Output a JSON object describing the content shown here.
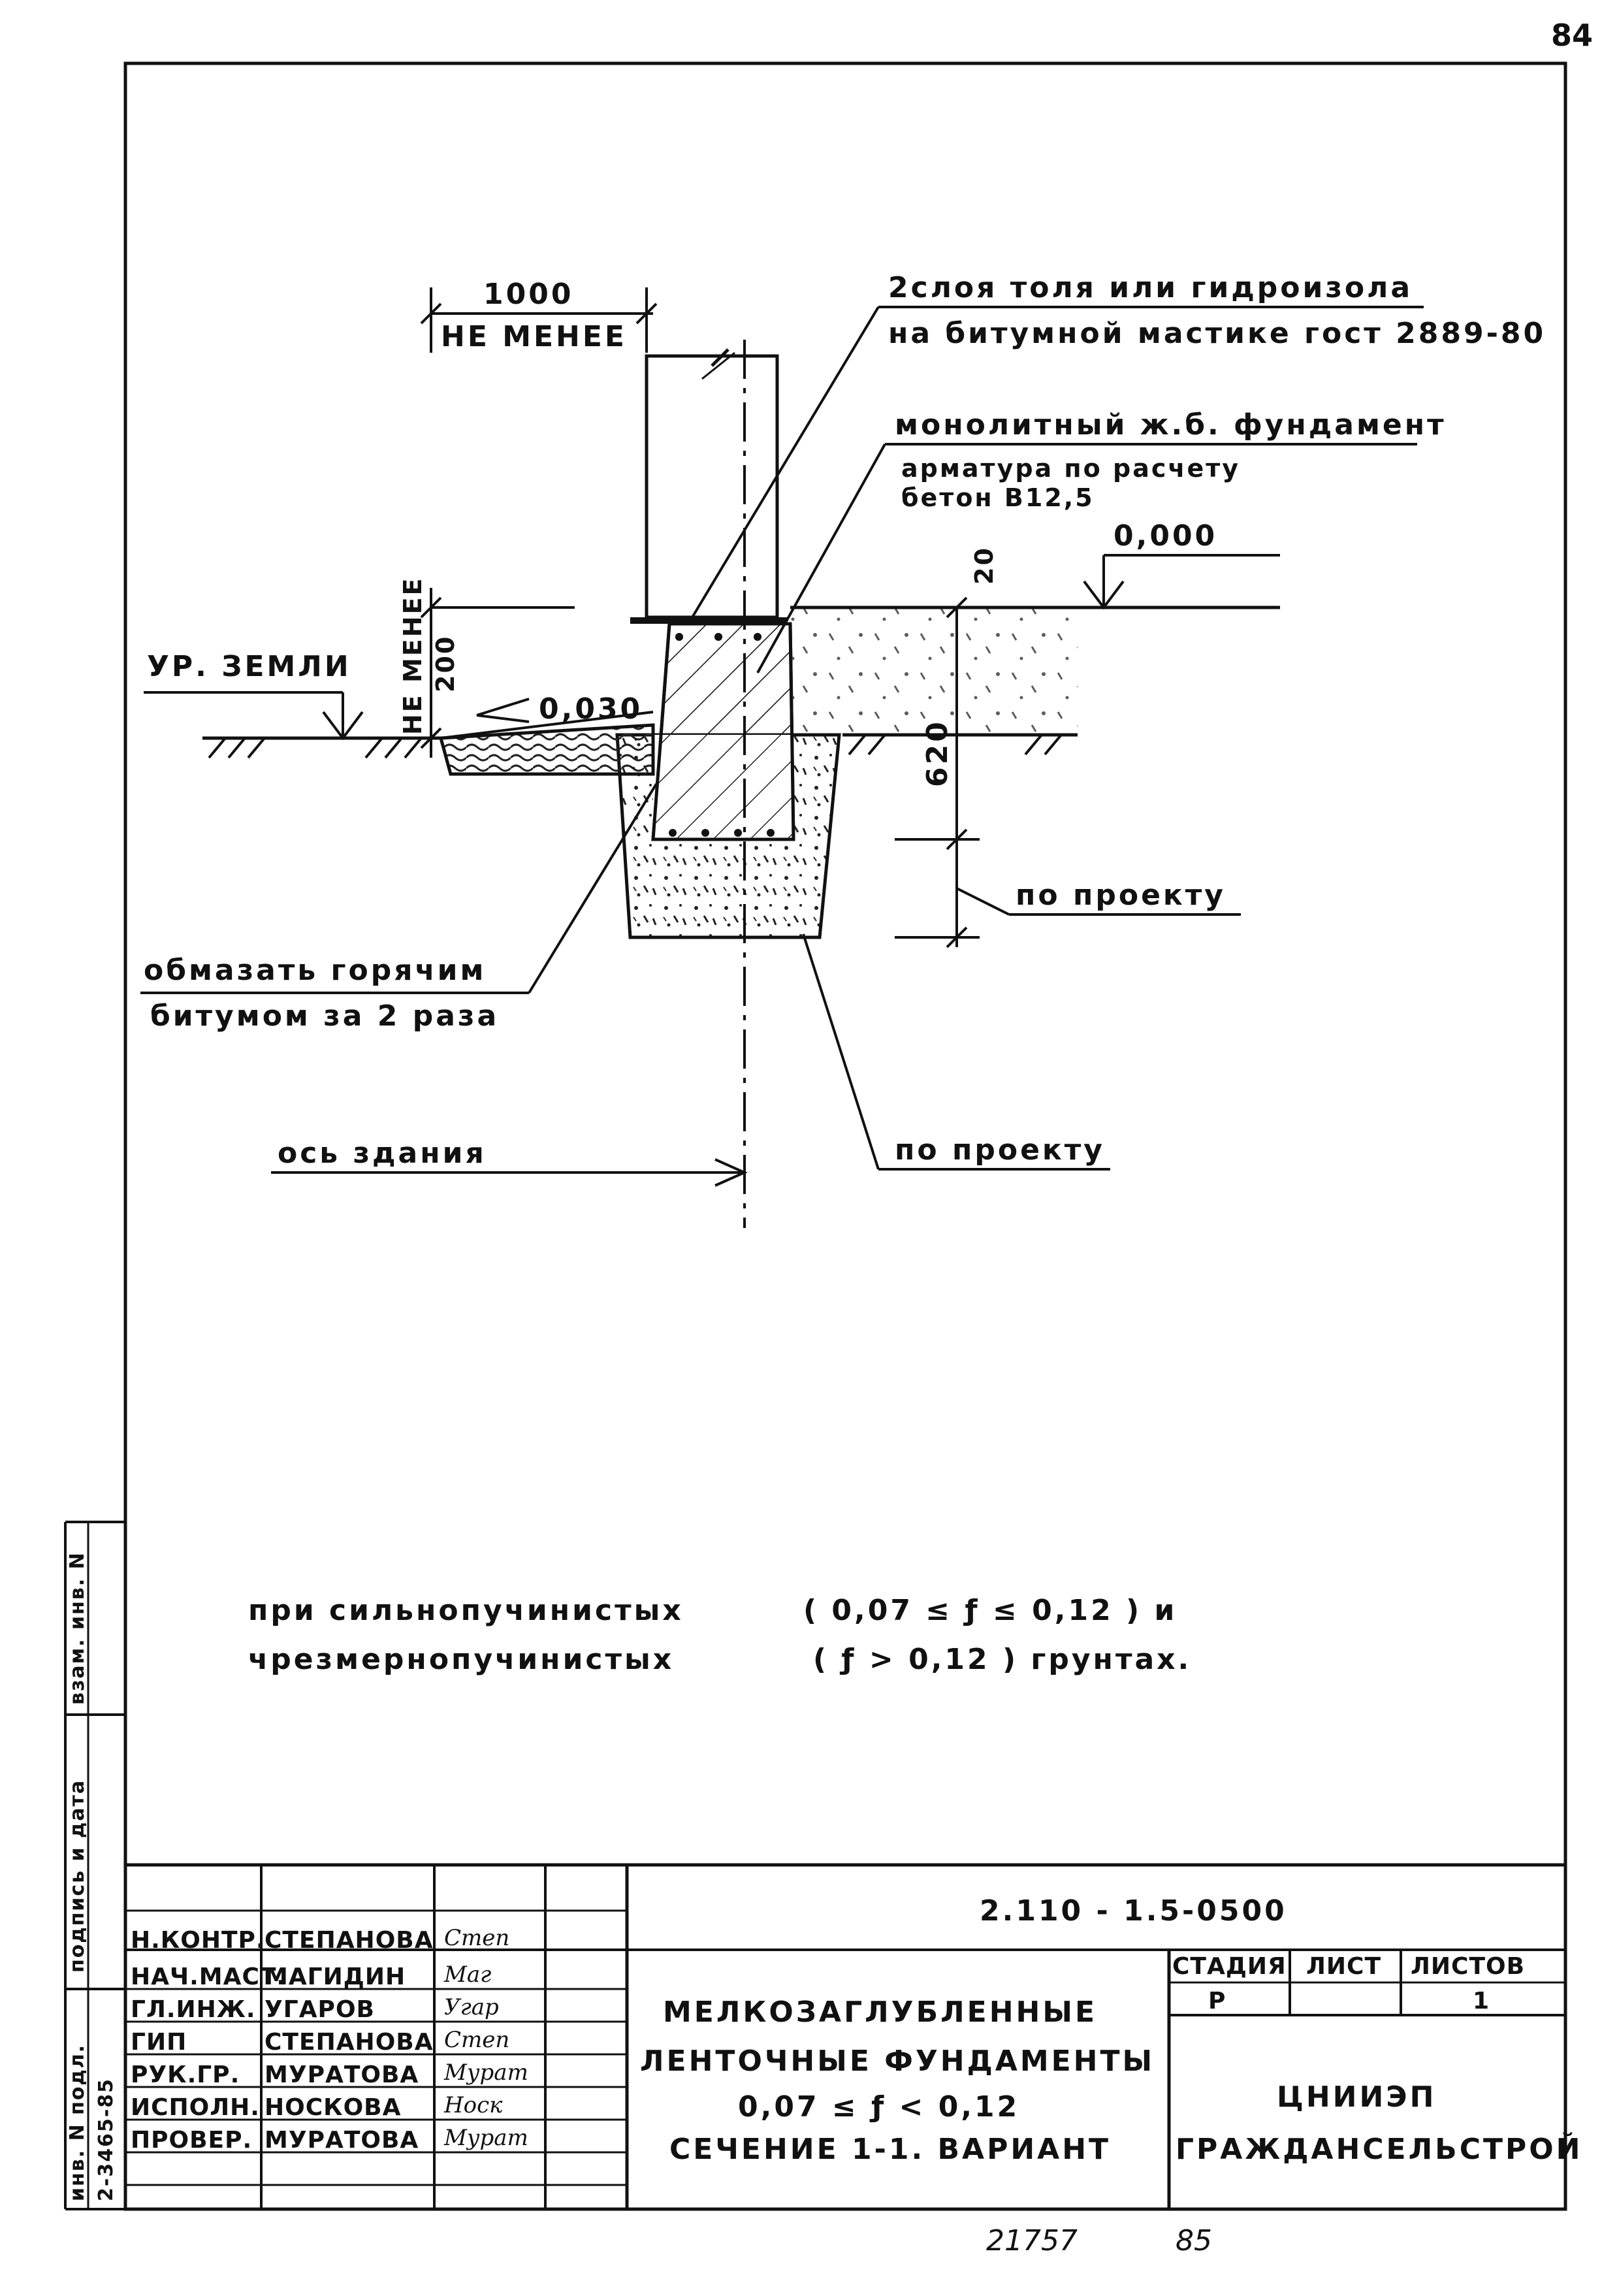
{
  "page_number": "84",
  "labels": {
    "dim_1000": "1000",
    "not_less_top": "НЕ МЕНЕЕ",
    "toll_line1": "2слоя толя   или гидроизола",
    "toll_line2": "на битумной  мастике гост 2889-80",
    "foundation_title": "монолитный ж.б. фундамент",
    "rebar_line": "арматура  по  расчету",
    "concrete_line": "бетон   В12,5",
    "dim_20": "20",
    "mark_0000": "0,000",
    "ground_level": "УР. ЗЕМЛИ",
    "not_less_side": "НЕ МЕНЕЕ",
    "dim_200": "200",
    "slope": "0,030",
    "dim_620": "620",
    "per_project_1": "по проекту",
    "coat_line1": "обмазать  горячим",
    "coat_line2": "битумом  за  2 раза",
    "building_axis": "ось здания",
    "per_project_2": "по проекту"
  },
  "note": {
    "line1_left": "при  сильнопучинистых",
    "line1_right": "( 0,07 ≤ ƒ ≤ 0,12 )   и",
    "line2_left": "чрезмернопучинистых",
    "line2_right": "( ƒ > 0,12 )   грунтах."
  },
  "side_stamp": {
    "inv_podl_label": "инв. N подл.",
    "inv_podl_value": "2-3465-85",
    "sign_date_label": "подпись и дата",
    "vzam_inv_label": "взам. инв. N"
  },
  "title_block": {
    "doc_code": "2.110 - 1.5-0500",
    "roles": [
      {
        "role": "Н.КОНТР.",
        "name": "СТЕПАНОВА",
        "signature": "Степ"
      },
      {
        "role": "НАЧ.МАСТ.",
        "name": "МАГИДИН",
        "signature": "Маг"
      },
      {
        "role": "ГЛ.ИНЖ.",
        "name": "УГАРОВ",
        "signature": "Угар"
      },
      {
        "role": "ГИП",
        "name": "СТЕПАНОВА",
        "signature": "Степ"
      },
      {
        "role": "РУК.ГР.",
        "name": "МУРАТОВА",
        "signature": "Мурат"
      },
      {
        "role": "ИСПОЛН.",
        "name": "НОСКОВА",
        "signature": "Носк"
      },
      {
        "role": "ПРОВЕР.",
        "name": "МУРАТОВА",
        "signature": "Мурат"
      }
    ],
    "description": {
      "line1": "МЕЛКОЗАГЛУБЛЕННЫЕ",
      "line2": "ЛЕНТОЧНЫЕ  ФУНДАМЕНТЫ",
      "line3": "0,07 ≤ ƒ < 0,12",
      "line4": "СЕЧЕНИЕ  1-1. ВАРИАНТ"
    },
    "stage_label": "СТАДИЯ",
    "sheet_label": "ЛИСТ",
    "sheets_label": "ЛИСТОВ",
    "stage_value": "Р",
    "sheet_value": "",
    "sheets_value": "1",
    "org_line1": "ЦНИИЭП",
    "org_line2": "ГРАЖДАНСЕЛЬСТРОЙ"
  },
  "bottom_numbers": {
    "left": "21757",
    "right": "85"
  }
}
